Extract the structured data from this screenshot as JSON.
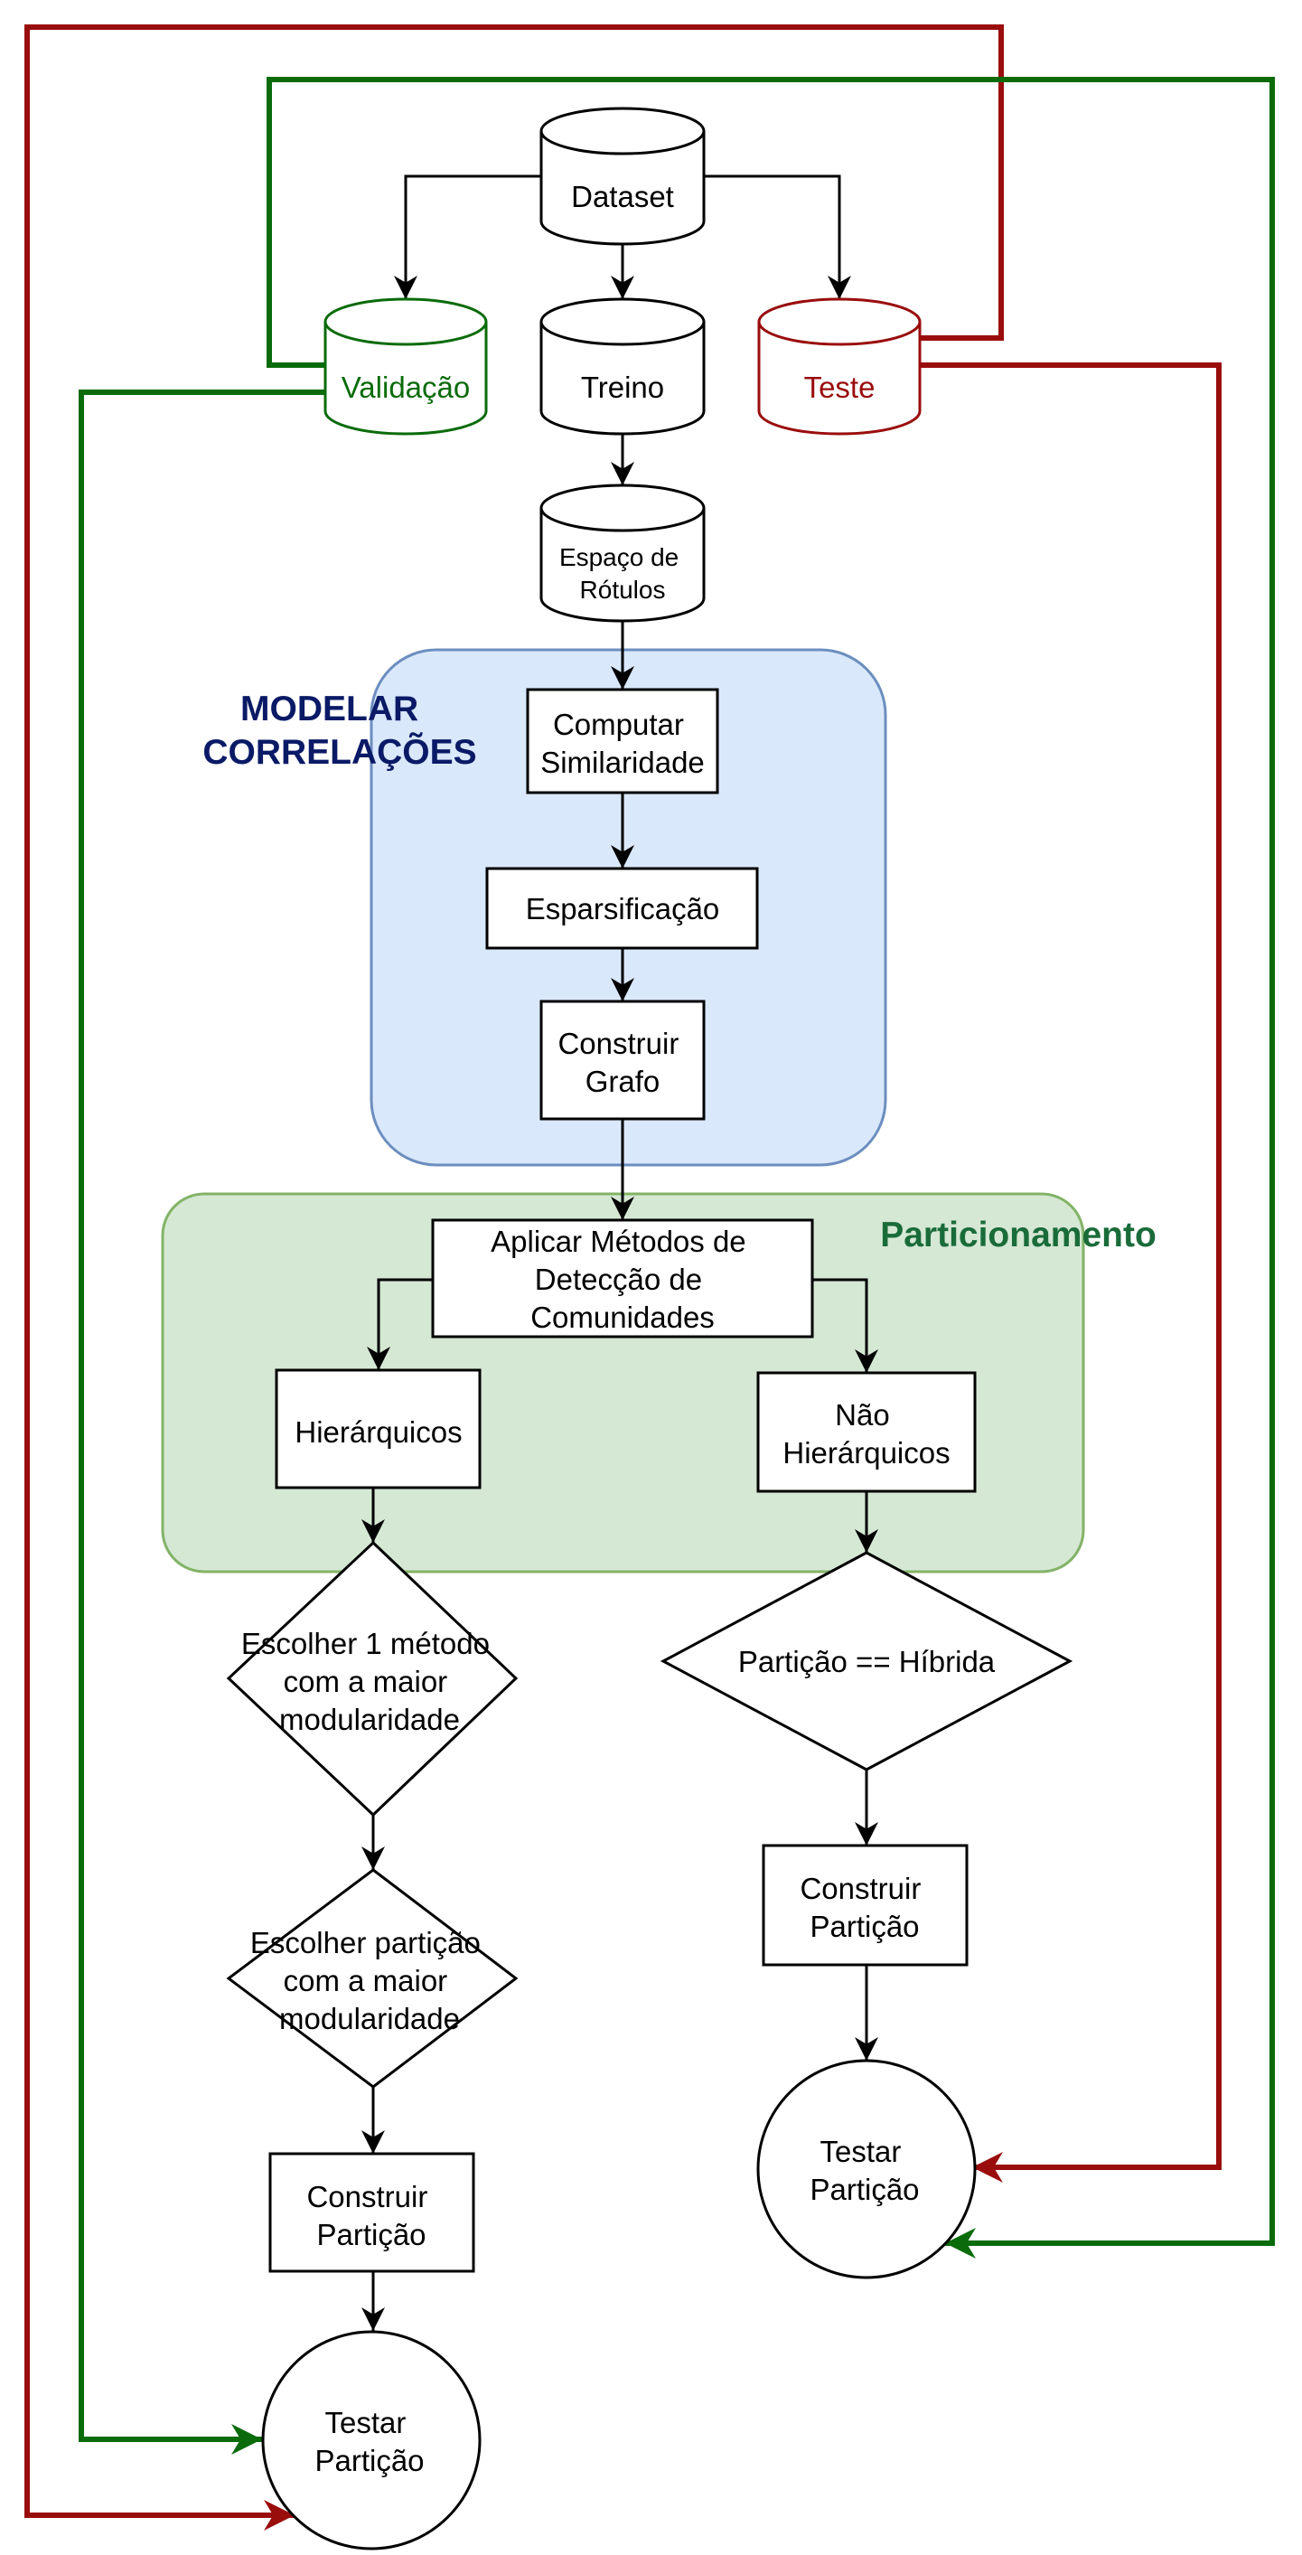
{
  "colors": {
    "validation": "#0a6b0a",
    "test": "#9a0d0d",
    "modeling_group_fill": "#dae8fc",
    "modeling_group_stroke": "#6c8ebf",
    "partition_group_fill": "#d5e8d4",
    "partition_group_stroke": "#82b366",
    "modeling_title": "#0a1a66",
    "partition_title": "#1a6b3a"
  },
  "groups": {
    "modeling_title": [
      "MODELAR",
      "CORRELAÇÕES"
    ],
    "partition_title": "Particionamento"
  },
  "nodes": {
    "dataset": "Dataset",
    "validation": "Validação",
    "train": "Treino",
    "test": "Teste",
    "label_space": [
      "Espaço de",
      "Rótulos"
    ],
    "compute_similarity": [
      "Computar",
      "Similaridade"
    ],
    "sparsification": "Esparsificação",
    "build_graph": [
      "Construir",
      "Grafo"
    ],
    "apply_methods": [
      "Aplicar Métodos de",
      "Detecção de",
      "Comunidades"
    ],
    "hierarchical": "Hierárquicos",
    "non_hierarchical": [
      "Não",
      "Hierárquicos"
    ],
    "choose_method": [
      "Escolher 1 método",
      "com a maior",
      "modularidade"
    ],
    "choose_partition": [
      "Escolher partição",
      "com a maior",
      "modularidade"
    ],
    "build_partition_left": [
      "Construir",
      "Partição"
    ],
    "test_partition_left": [
      "Testar",
      "Partição"
    ],
    "hybrid_partition": "Partição == Híbrida",
    "build_partition_right": [
      "Construir",
      "Partição"
    ],
    "test_partition_right": [
      "Testar",
      "Partição"
    ]
  }
}
